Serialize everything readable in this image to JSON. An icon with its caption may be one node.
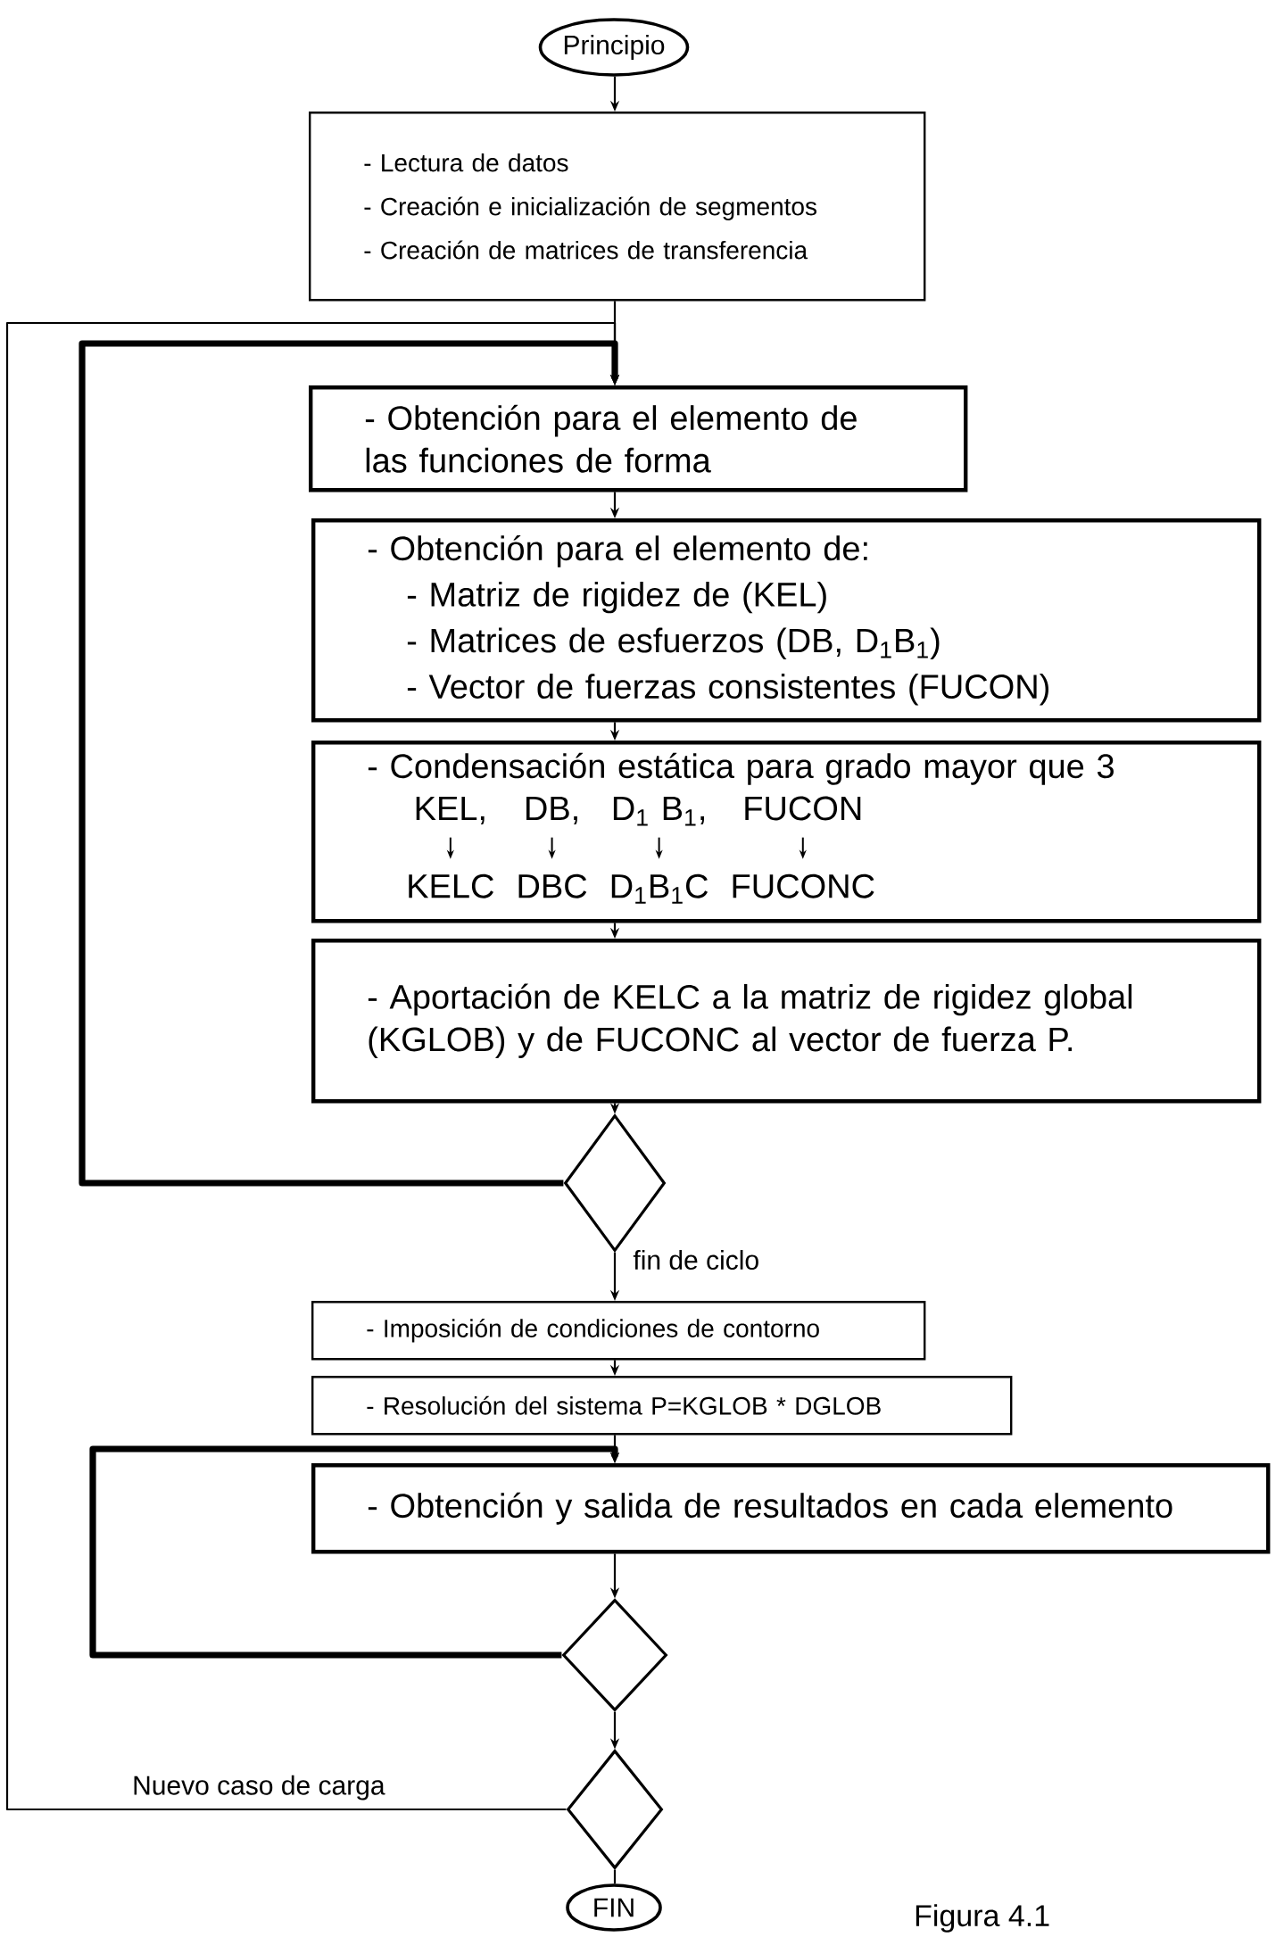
{
  "diagram": {
    "caption": "Figura 4.1",
    "nodes": [
      {
        "text": [
          "Principio"
        ]
      },
      {
        "text": [
          "- Lectura de datos",
          "- Creación e inicialización de segmentos",
          "- Creación de matrices de transferencia"
        ]
      },
      {
        "text": [
          "- Obtención para el elemento de las funciones de forma"
        ]
      },
      {
        "text": [
          "- Obtención para el elemento de:",
          "- Matriz de rigidez de (KEL)",
          "- Matrices de esfuerzos (DB, D$_{1}$B$_{1}$)",
          "- Vector de fuerzas consistentes (FUCON)"
        ]
      },
      {
        "text": [
          "- Condensación estática para grado mayor que 3",
          "KEL,",
          "DB,",
          "D$_{1}$ B$_{1}$,",
          "FUCON",
          "KELC",
          "DBC",
          "D$_{1}$B$_{1}$C",
          "FUCONC"
        ]
      },
      {
        "text": [
          "- Aportación de KELC a la matriz de rigidez global (KGLOB) y de FUCONC al vector de fuerza P."
        ]
      },
      {
        "text": [],
        "shape": "diamond"
      },
      {
        "text": [
          "- Imposición de condiciones de contorno"
        ]
      },
      {
        "text": [
          "- Resolución del sistema P=KGLOB * DGLOB"
        ]
      },
      {
        "text": [
          "- Obtención y salida de resultados en cada elemento"
        ]
      },
      {
        "text": [],
        "shape": "diamond"
      },
      {
        "text": [],
        "shape": "diamond"
      },
      {
        "text": [
          "FIN"
        ]
      }
    ],
    "edges": [
      {
        "from": 0,
        "to": 1,
        "arrow": "to"
      },
      {
        "from": 1,
        "to": 2,
        "arrow": "to"
      },
      {
        "from": 2,
        "to": 3,
        "arrow": "to"
      },
      {
        "from": 3,
        "to": 4,
        "arrow": "to"
      },
      {
        "from": 4,
        "to": 5,
        "arrow": "to"
      },
      {
        "from": 5,
        "to": 6,
        "arrow": "to"
      },
      {
        "from": 6,
        "to": 2,
        "arrow": "to",
        "style": "thick"
      },
      {
        "from": 6,
        "to": 7,
        "arrow": "to",
        "label": "fin de ciclo"
      },
      {
        "from": 7,
        "to": 8,
        "arrow": "to"
      },
      {
        "from": 8,
        "to": 9,
        "arrow": "to"
      },
      {
        "from": 9,
        "to": 10,
        "arrow": "to"
      },
      {
        "from": 10,
        "to": 9,
        "arrow": "to",
        "style": "thick"
      },
      {
        "from": 10,
        "to": 11,
        "arrow": "to"
      },
      {
        "from": 11,
        "to": 12,
        "arrow": "none"
      },
      {
        "from": 11,
        "to": 2,
        "arrow": "to",
        "label": "Nuevo caso de carga"
      }
    ]
  }
}
